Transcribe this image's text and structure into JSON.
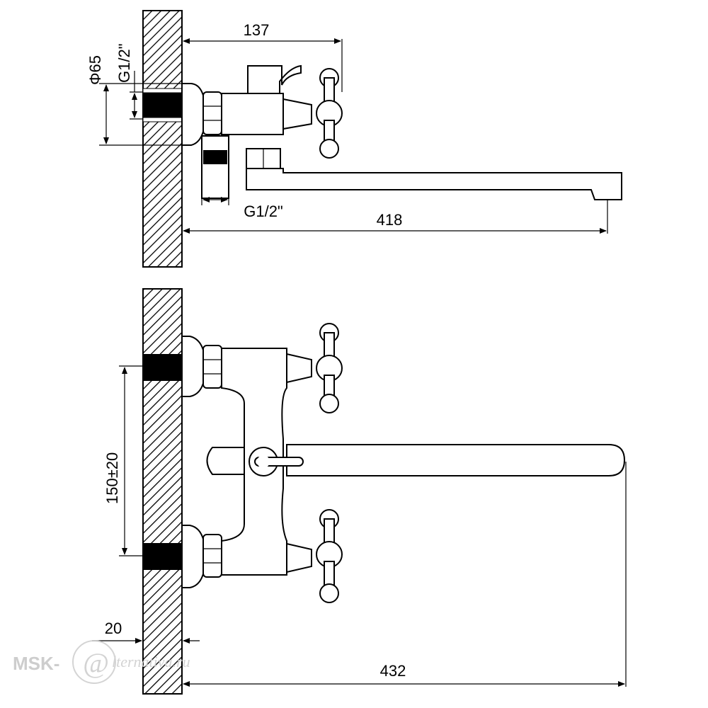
{
  "dimensions": {
    "top_length": "137",
    "diameter": "Φ65",
    "thread_left": "G1/2ʺ",
    "thread_bottom": "G1/2ʺ",
    "spout_reach": "418",
    "center_distance": "150±20",
    "wall_offset": "20",
    "total_reach": "432"
  },
  "watermark": {
    "brand": "MSK-",
    "at_sign": "@",
    "site": "lternativa.ru"
  }
}
